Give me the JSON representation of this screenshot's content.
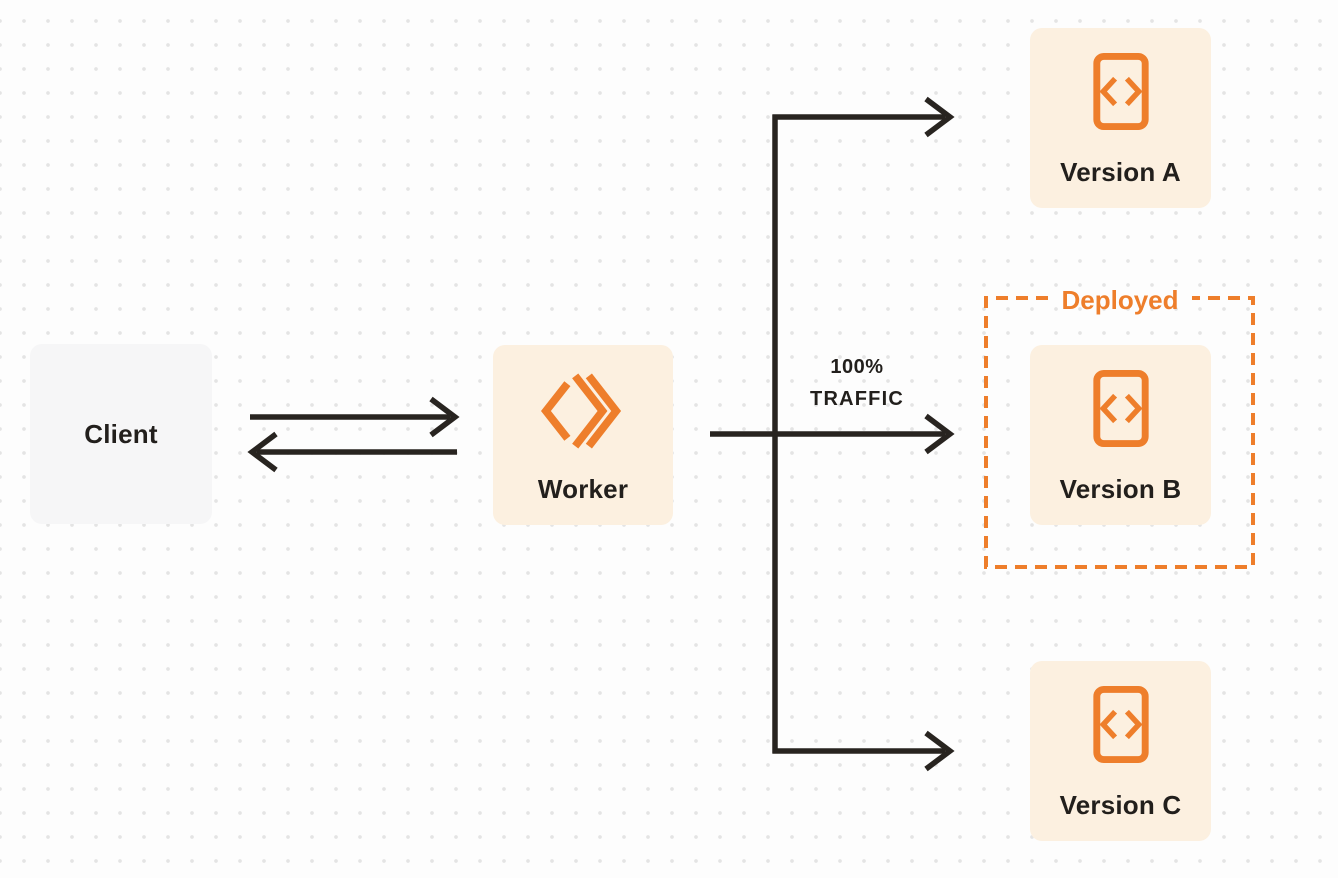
{
  "diagram": {
    "client": {
      "label": "Client"
    },
    "worker": {
      "label": "Worker"
    },
    "versions": [
      {
        "label": "Version A"
      },
      {
        "label": "Version B"
      },
      {
        "label": "Version C"
      }
    ],
    "deployed_label": "Deployed",
    "traffic_label": {
      "line1": "100%",
      "line2": "TRAFFIC"
    }
  },
  "icons": {
    "worker_logo": "cloudflare-workers-logo-icon",
    "version_icon": "code-document-icon"
  },
  "colors": {
    "accent_orange": "#EE7E2B",
    "node_cream": "#FCF0E0",
    "node_gray": "#F6F6F7",
    "arrow_dark": "#282420",
    "text_dark": "#221F1C",
    "grid_dot": "#E4E4E4",
    "background": "#FDFDFD"
  }
}
